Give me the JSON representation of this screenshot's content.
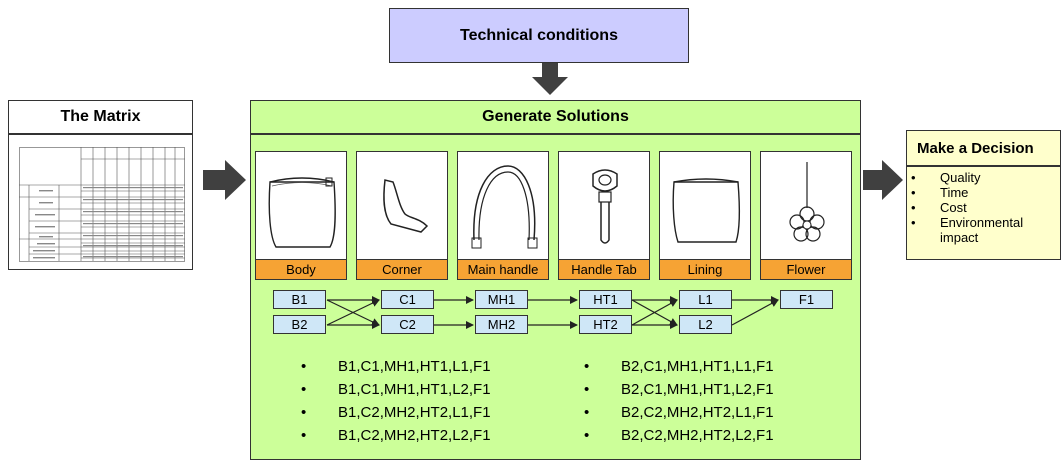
{
  "technical_conditions": {
    "title": "Technical conditions"
  },
  "matrix": {
    "title": "The Matrix"
  },
  "generate": {
    "title": "Generate Solutions",
    "components": [
      {
        "label": "Body",
        "icon": "bag-body-icon"
      },
      {
        "label": "Corner",
        "icon": "corner-piece-icon"
      },
      {
        "label": "Main handle",
        "icon": "strap-handle-icon"
      },
      {
        "label": "Handle Tab",
        "icon": "handle-tab-icon"
      },
      {
        "label": "Lining",
        "icon": "lining-icon"
      },
      {
        "label": "Flower",
        "icon": "flower-charm-icon"
      }
    ],
    "nodes": {
      "b1": "B1",
      "b2": "B2",
      "c1": "C1",
      "c2": "C2",
      "mh1": "MH1",
      "mh2": "MH2",
      "ht1": "HT1",
      "ht2": "HT2",
      "l1": "L1",
      "l2": "L2",
      "f1": "F1"
    },
    "solutions_left": [
      "B1,C1,MH1,HT1,L1,F1",
      "B1,C1,MH1,HT1,L2,F1",
      "B1,C2,MH2,HT2,L1,F1",
      "B1,C2,MH2,HT2,L2,F1"
    ],
    "solutions_right": [
      "B2,C1,MH1,HT1,L1,F1",
      "B2,C1,MH1,HT1,L2,F1",
      "B2,C2,MH2,HT2,L1,F1",
      "B2,C2,MH2,HT2,L2,F1"
    ]
  },
  "decision": {
    "title": "Make a Decision",
    "criteria": [
      "Quality",
      "Time",
      "Cost",
      "Environmental impact"
    ]
  },
  "colors": {
    "tech_bg": "#ccccff",
    "generate_bg": "#ccff99",
    "decision_bg": "#ffffcc",
    "label_bg": "#f6a334",
    "node_bg": "#cfe7f7",
    "arrow": "#404040"
  }
}
